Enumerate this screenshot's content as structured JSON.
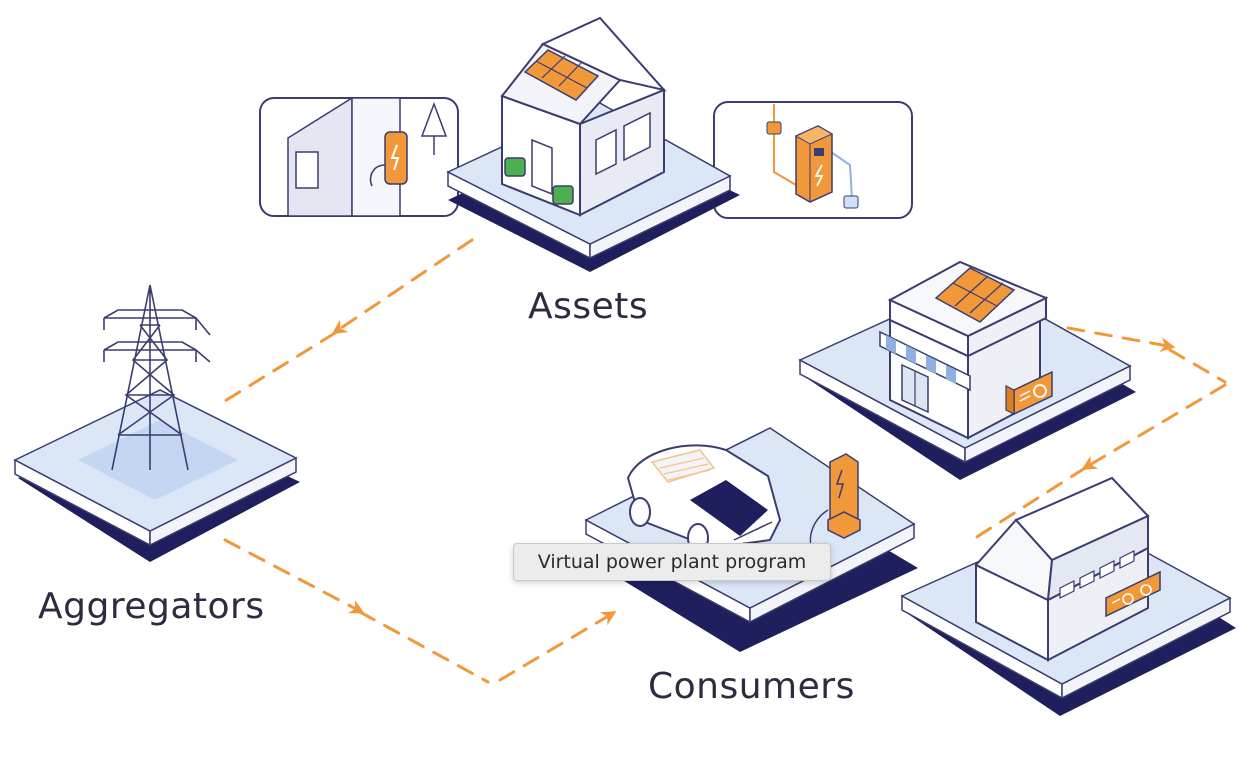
{
  "labels": {
    "assets": "Assets",
    "aggregators": "Aggregators",
    "consumers": "Consumers"
  },
  "tooltip": "Virtual power plant program",
  "icons": {
    "house": "house-solar-icon",
    "charger_inset": "wall-charger-icon",
    "battery_inset": "home-battery-icon",
    "tower": "transmission-tower-icon",
    "car": "electric-car-icon",
    "shop": "shop-icon",
    "factory": "factory-icon"
  },
  "colors": {
    "accent_orange": "#f0983a",
    "platform_top": "#dbe6f7",
    "platform_shadow": "#1f1f5e",
    "outline": "#3b3d6e"
  }
}
